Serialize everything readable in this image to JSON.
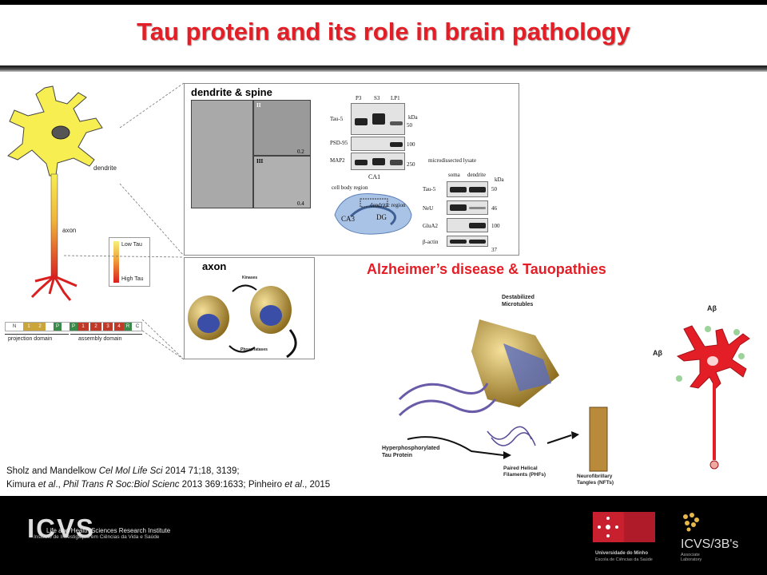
{
  "title": "Tau protein and its role in brain pathology",
  "neuron": {
    "dendrite_label": "dendrite",
    "axon_label": "axon"
  },
  "tau_legend": {
    "low": "Low Tau",
    "high": "High Tau"
  },
  "domains": {
    "segments": [
      "N",
      "1",
      "2",
      "P",
      "P",
      "1",
      "2",
      "3",
      "4",
      "R",
      "C"
    ],
    "projection_label": "projection domain",
    "assembly_label": "assembly domain"
  },
  "panel_dendrite": {
    "title": "dendrite & spine",
    "em_labels": [
      "II",
      "III",
      "0.2",
      "0.4"
    ],
    "blot1": {
      "lanes": [
        "P3",
        "S3",
        "LP1"
      ],
      "unit": "kDa",
      "rows": [
        "Tau-5",
        "PSD-95",
        "MAP2"
      ],
      "markers": [
        "50",
        "100",
        "250"
      ],
      "region": "CA1"
    },
    "blot2": {
      "title": "microdissected lysate",
      "lanes": [
        "soma",
        "dendrite"
      ],
      "unit": "kDa",
      "rows": [
        "Tau-5",
        "NeU",
        "GluA2",
        "β-actin"
      ],
      "markers": [
        "50",
        "46",
        "100",
        "37"
      ]
    },
    "hippo": {
      "cell_body": "cell body region",
      "dendritic": "dendritic region",
      "ca3": "CA3",
      "dg": "DG"
    }
  },
  "panel_axon": {
    "title": "axon",
    "kinases": "Kinases",
    "phosphatases": "Phosphatases"
  },
  "ad_title": "Alzheimer’s disease & Tauopathies",
  "ad_figure": {
    "destabilized": "Destabilized\nMicrotubles",
    "hyper": "Hyperphosphorylated\nTau Protein",
    "phf": "Paired Helical\nFilaments (PHFs)",
    "nft": "Neurofibrillary\nTangles (NFTs)",
    "abeta": "Aβ"
  },
  "references": {
    "line1_prefix": "Sholz and Mandelkow ",
    "line1_journal": "Cel  Mol Life Sci",
    "line1_suffix": " 2014 71;18, 3139;",
    "line2_a": "Kimura ",
    "line2_etal1": "et al",
    "line2_b": "., ",
    "line2_journal": "Phil Trans R Soc:Biol Scienc",
    "line2_c": " 2013 369:1633;  Pinheiro ",
    "line2_etal2": "et al",
    "line2_d": "., 2015"
  },
  "footer": {
    "icvs": "ICVS",
    "icvs_sub1": "Life and Health Sciences Research Institute",
    "icvs_sub2": "Instituto de Investigação em Ciências da Vida e Saúde",
    "um_name": "Universidade do Minho",
    "um_school": "Escola de Ciências da Saúde",
    "b3s": "ICVS/3B's",
    "b3s_sub": "Associate\nLaboratory"
  },
  "colors": {
    "title_red": "#e41e26",
    "neuron_yellow": "#f7ee52",
    "axon_red": "#d9201f",
    "microtubule_gold": "#c9a53c"
  }
}
